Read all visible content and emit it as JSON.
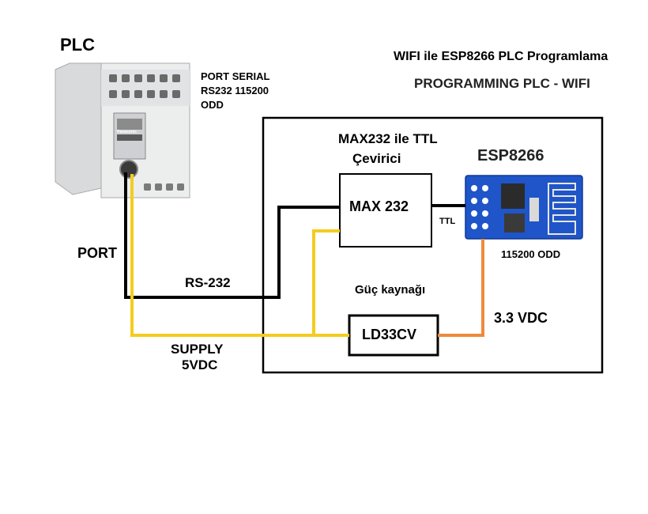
{
  "title": "WIFI ile ESP8266 PLC Programlama",
  "subtitle": "PROGRAMMING PLC - WIFI",
  "plc": {
    "label": "PLC",
    "brand": "Panasonic",
    "port_info": [
      "PORT SERIAL",
      "RS232  115200",
      "ODD"
    ]
  },
  "max232": {
    "caption_line1": "MAX232 ile TTL",
    "caption_line2": "Çevirici",
    "box_label": "MAX 232"
  },
  "esp": {
    "label": "ESP8266",
    "settings": "115200  ODD"
  },
  "power": {
    "caption": "Güç kaynağı",
    "box_label": "LD33CV"
  },
  "wires": {
    "port": "PORT",
    "rs232": "RS-232",
    "ttl": "TTL",
    "supply_line1": "SUPPLY",
    "supply_line2": "5VDC",
    "vdc33": "3.3 VDC"
  },
  "colors": {
    "rs232_wire": "#000000",
    "supply_wire": "#f5cc1f",
    "vdc33_wire": "#ee8a3c",
    "esp_board": "#1f55c8"
  }
}
